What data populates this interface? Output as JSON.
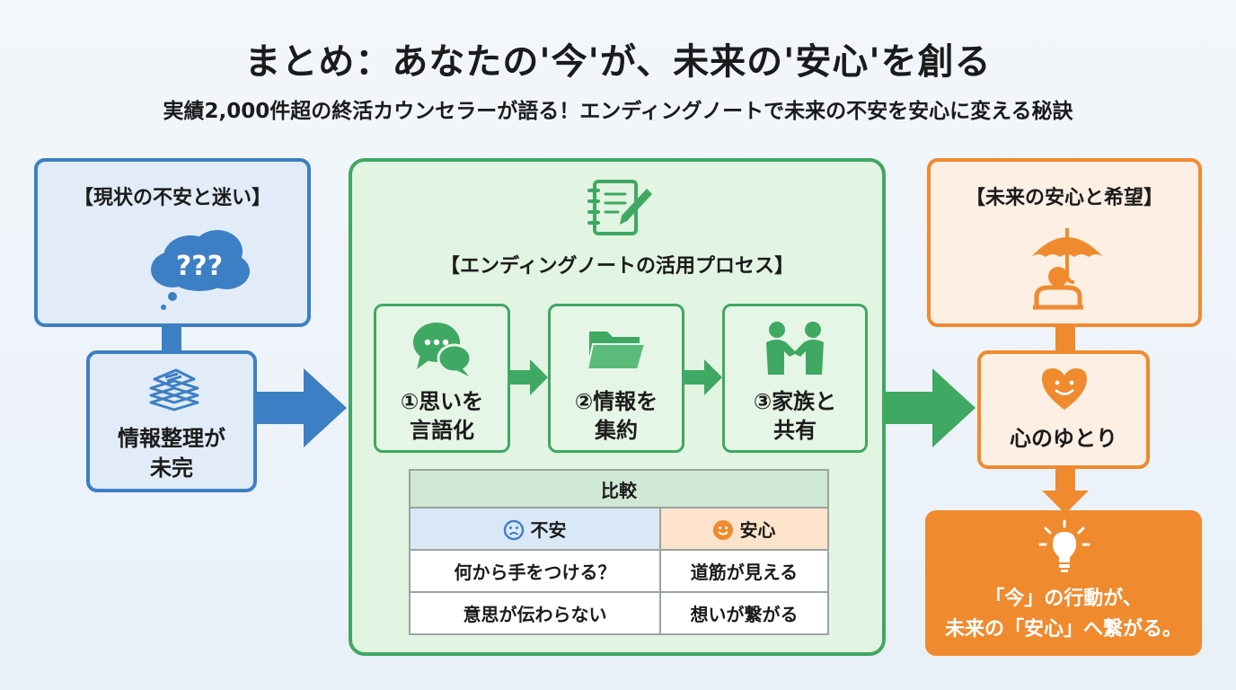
{
  "title": "まとめ：あなたの'今'が、未来の'安心'を創る",
  "subtitle": "実績2,000件超の終活カウンセラーが語る！エンディングノートで未来の不安を安心に変える秘訣",
  "left": {
    "header": "【現状の不安と迷い】",
    "bubble_text": "???",
    "status_line1": "情報整理が",
    "status_line2": "未完"
  },
  "center": {
    "header": "【エンディングノートの活用プロセス】",
    "steps": [
      {
        "line1": "①思いを",
        "line2": "言語化",
        "icon": "chat-bubbles-icon"
      },
      {
        "line1": "②情報を",
        "line2": "集約",
        "icon": "folder-icon"
      },
      {
        "line1": "③家族と",
        "line2": "共有",
        "icon": "handshake-icon"
      }
    ],
    "comparison": {
      "title": "比較",
      "col_anxiety": "不安",
      "col_relief": "安心",
      "rows": [
        {
          "anxiety": "何から手をつける？",
          "relief": "道筋が見える"
        },
        {
          "anxiety": "意思が伝わらない",
          "relief": "想いが繋がる"
        }
      ]
    }
  },
  "right": {
    "header": "【未来の安心と希望】",
    "peace_label": "心のゆとり",
    "final_line1": "「今」の行動が、",
    "final_line2": "未来の「安心」へ繋がる。"
  },
  "colors": {
    "blue": "#3d7fc4",
    "green": "#3fa862",
    "orange": "#ef8a2e"
  }
}
